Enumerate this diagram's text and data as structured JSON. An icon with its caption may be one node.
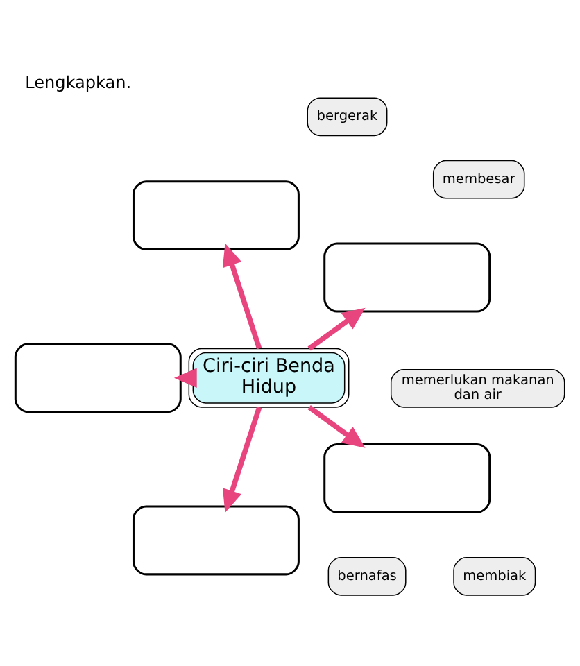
{
  "diagram": {
    "title": "Lengkapkan.",
    "nodes": [
      {
        "text": [
          "Ciri-ciri Benda Hidup"
        ]
      },
      {
        "text": [],
        "shape": "box"
      },
      {
        "text": [],
        "shape": "box"
      },
      {
        "text": [],
        "shape": "box"
      },
      {
        "text": [],
        "shape": "box"
      },
      {
        "text": [],
        "shape": "box"
      },
      {
        "text": [
          "bernafas"
        ]
      },
      {
        "text": [
          "membiak"
        ]
      },
      {
        "text": [
          "bergerak"
        ]
      },
      {
        "text": [
          "memerlukan makanan dan air"
        ]
      },
      {
        "text": [
          "membesar"
        ]
      }
    ],
    "edges": [
      {
        "from": 0,
        "to": 1,
        "arrow": "to"
      },
      {
        "from": 0,
        "to": 2,
        "arrow": "to"
      },
      {
        "from": 0,
        "to": 3,
        "arrow": "to"
      },
      {
        "from": 0,
        "to": 4,
        "arrow": "to"
      },
      {
        "from": 0,
        "to": 5,
        "arrow": "to"
      }
    ]
  }
}
